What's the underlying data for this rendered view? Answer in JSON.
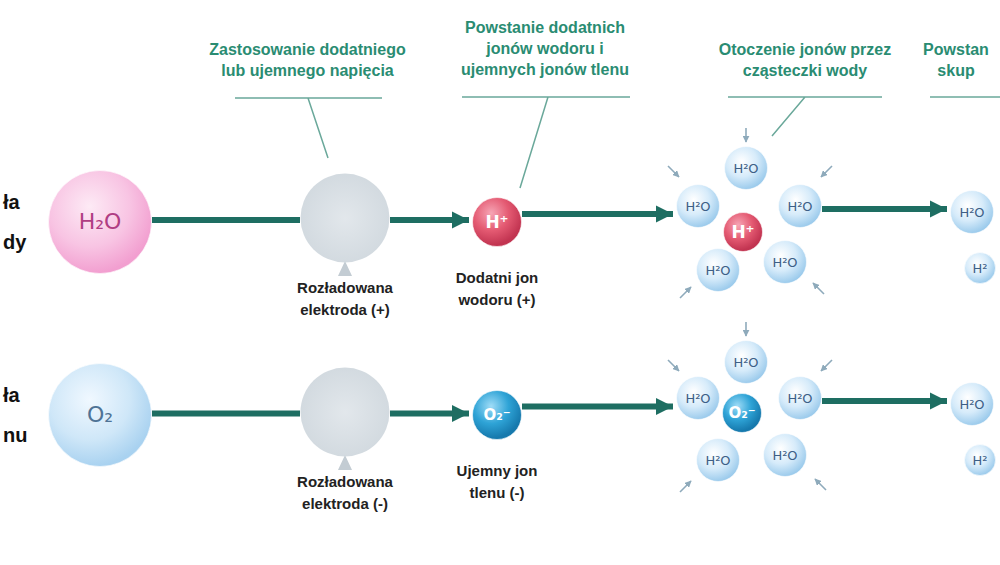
{
  "diagram": {
    "nodes": [
      {
        "text": [
          "H₂O"
        ]
      },
      {
        "text": [
          "Rozładowana elektroda (+)"
        ]
      },
      {
        "text": [
          "H⁺",
          "Dodatni jon wodoru (+)"
        ]
      },
      {
        "text": [
          "H²O"
        ]
      },
      {
        "text": [
          "H²O"
        ]
      },
      {
        "text": [
          "H⁺"
        ]
      },
      {
        "text": [
          "H²O"
        ]
      },
      {
        "text": [
          "H²O"
        ]
      },
      {
        "text": [
          "H²O"
        ]
      },
      {
        "text": [
          "H²O"
        ]
      },
      {
        "text": [
          "H²"
        ]
      },
      {
        "text": [
          "O₂"
        ]
      },
      {
        "text": [
          "Rozładowana elektroda (-)"
        ]
      },
      {
        "text": [
          "O₂⁻",
          "Ujemny jon tlenu (-)"
        ]
      },
      {
        "text": [
          "H²O"
        ]
      },
      {
        "text": [
          "H²O"
        ]
      },
      {
        "text": [
          "O₂⁻"
        ]
      },
      {
        "text": [
          "H²O"
        ]
      },
      {
        "text": [
          "H²O"
        ]
      },
      {
        "text": [
          "H²O"
        ]
      },
      {
        "text": [
          "H²O"
        ]
      },
      {
        "text": [
          "H²"
        ]
      }
    ],
    "edges": [
      {
        "from": 0,
        "to": 1,
        "arrow": "none"
      },
      {
        "from": 1,
        "to": 2,
        "arrow": "to"
      },
      {
        "from": 2,
        "to": 4,
        "arrow": "to"
      },
      {
        "from": 6,
        "to": 9,
        "arrow": "to"
      },
      {
        "from": 11,
        "to": 12,
        "arrow": "none"
      },
      {
        "from": 12,
        "to": 13,
        "arrow": "to"
      },
      {
        "from": 13,
        "to": 15,
        "arrow": "to"
      },
      {
        "from": 17,
        "to": 20,
        "arrow": "to"
      }
    ],
    "labels": [
      "ła dy",
      "ła nu",
      "Zastosowanie dodatniego lub ujemnego napięcia",
      "Powstanie dodatnich jonów wodoru i ujemnych jonów tlenu",
      "Otoczenie jonów przez cząsteczki wody",
      "Powstan skup"
    ]
  }
}
